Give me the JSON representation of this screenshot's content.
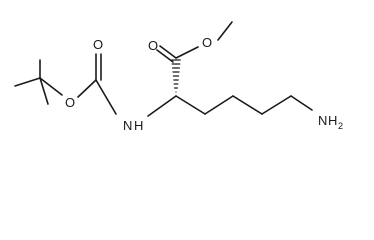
{
  "molecule": {
    "labels": {
      "ester_carbonyl_O": "O",
      "ester_O": "O",
      "boc_carbonyl_O": "O",
      "boc_ether_O": "O",
      "nh_N": "N",
      "nh_H": "H",
      "amine_N": "N",
      "amine_H": "H",
      "amine_sub": "2"
    }
  }
}
